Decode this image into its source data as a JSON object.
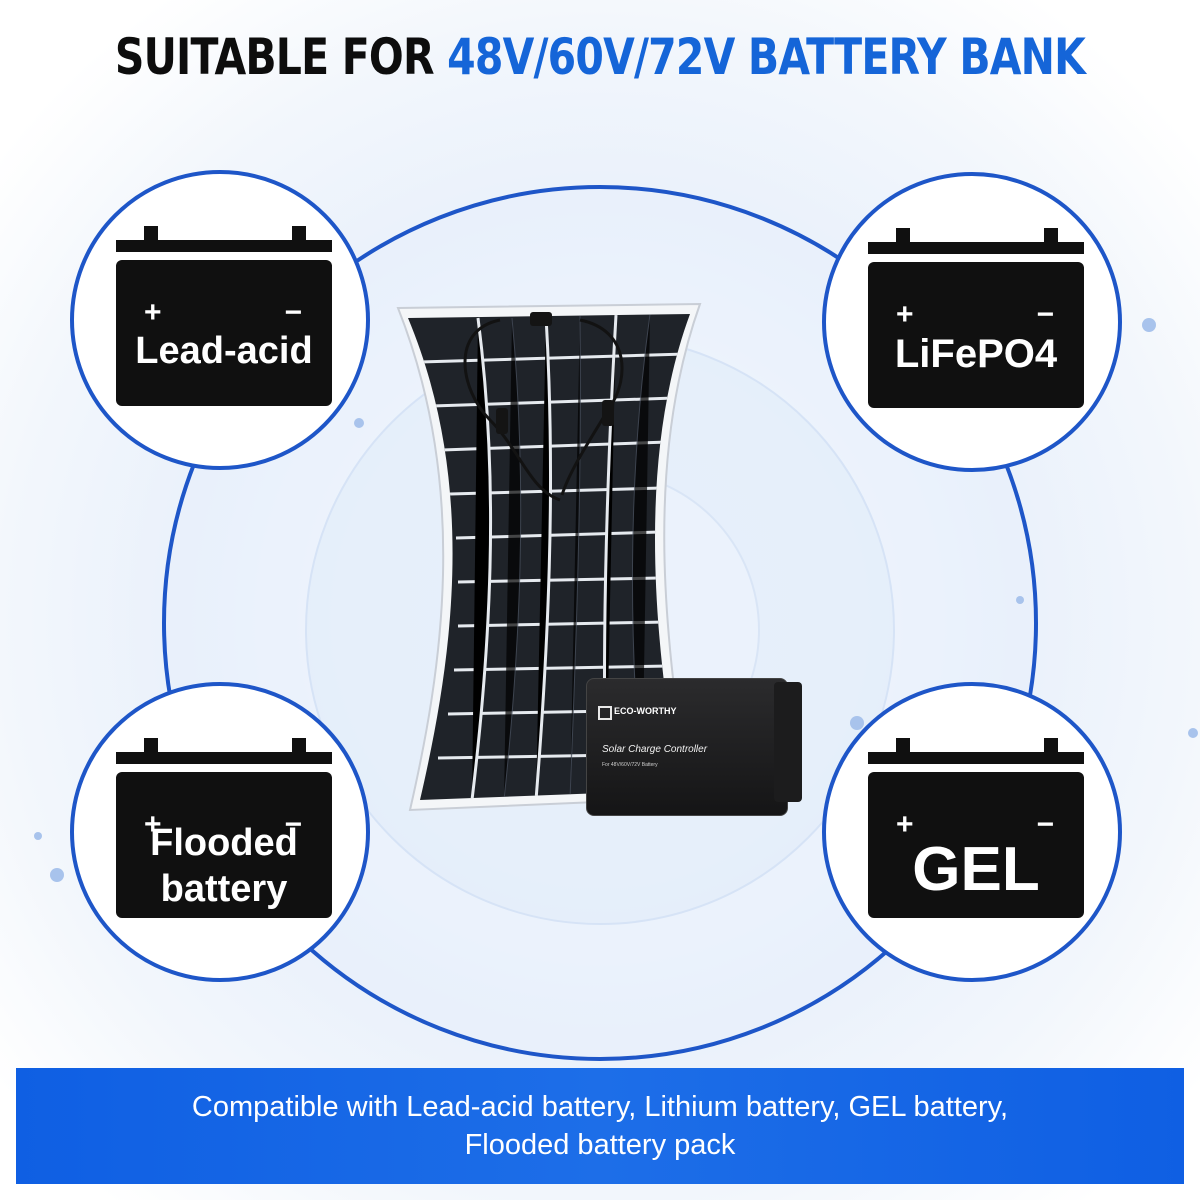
{
  "header": {
    "title_part1": "SUITABLE FOR",
    "title_part2": "48V/60V/72V BATTERY BANK"
  },
  "batteries": [
    {
      "label_line1": "Lead-acid",
      "label_line2": ""
    },
    {
      "label_line1": "LiFePO4",
      "label_line2": ""
    },
    {
      "label_line1": "Flooded",
      "label_line2": "battery"
    },
    {
      "label_line1": "GEL",
      "label_line2": ""
    }
  ],
  "battery_symbols": {
    "plus": "+",
    "minus": "−"
  },
  "controller": {
    "brand": "ECO-WORTHY",
    "title": "Solar Charge Controller",
    "subtitle": "For 48V/60V/72V Battery"
  },
  "footer": {
    "line1": "Compatible with Lead-acid battery, Lithium battery, GEL battery,",
    "line2": "Flooded battery pack"
  },
  "colors": {
    "accent": "#1565d8",
    "ring_blue": "#1e56c8",
    "battery": "#101010",
    "banner": "#1565e0"
  }
}
